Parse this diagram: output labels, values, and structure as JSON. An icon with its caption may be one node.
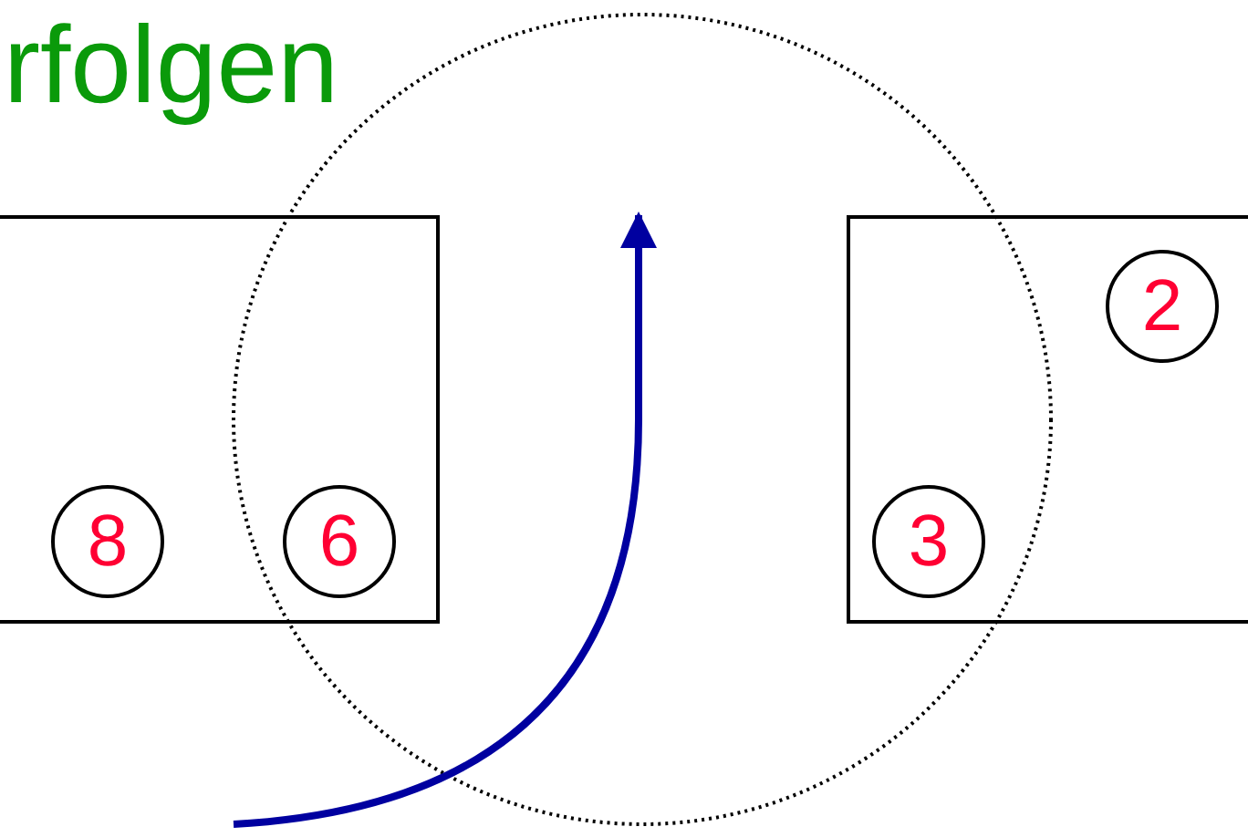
{
  "diagram": {
    "title": "rfolgen",
    "nodes": [
      {
        "text": [],
        "shape": "box"
      },
      {
        "text": [
          "8"
        ],
        "in": 0
      },
      {
        "text": [
          "6"
        ],
        "in": 0
      },
      {
        "text": [],
        "shape": "box"
      },
      {
        "text": [
          "2"
        ],
        "in": 3
      },
      {
        "text": [
          "3"
        ],
        "in": 3
      }
    ]
  }
}
